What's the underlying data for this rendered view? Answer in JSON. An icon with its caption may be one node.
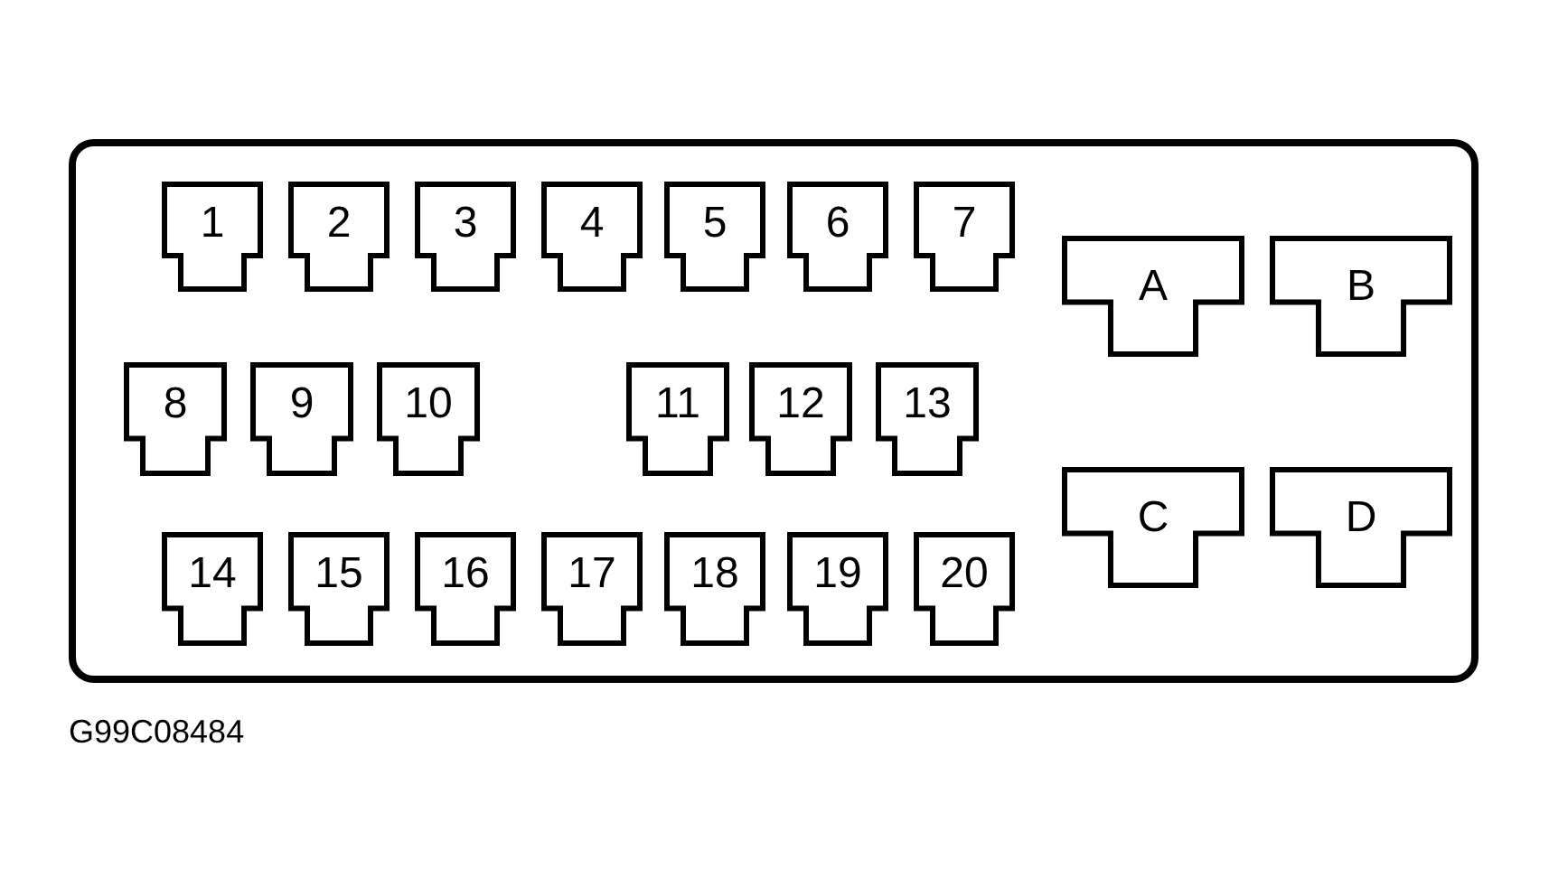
{
  "diagram": {
    "nodes": [
      {
        "text": [],
        "shape": "box"
      },
      {
        "text": [
          "1"
        ],
        "in": 0
      },
      {
        "text": [
          "2"
        ],
        "in": 0
      },
      {
        "text": [
          "3"
        ],
        "in": 0
      },
      {
        "text": [
          "4"
        ],
        "in": 0
      },
      {
        "text": [
          "5"
        ],
        "in": 0
      },
      {
        "text": [
          "6"
        ],
        "in": 0
      },
      {
        "text": [
          "7"
        ],
        "in": 0
      },
      {
        "text": [
          "A"
        ],
        "in": 0
      },
      {
        "text": [
          "B"
        ],
        "in": 0
      },
      {
        "text": [
          "8"
        ],
        "in": 0
      },
      {
        "text": [
          "9"
        ],
        "in": 0
      },
      {
        "text": [
          "10"
        ],
        "in": 0
      },
      {
        "text": [
          "11"
        ],
        "in": 0
      },
      {
        "text": [
          "12"
        ],
        "in": 0
      },
      {
        "text": [
          "13"
        ],
        "in": 0
      },
      {
        "text": [
          "C"
        ],
        "in": 0
      },
      {
        "text": [
          "D"
        ],
        "in": 0
      },
      {
        "text": [
          "14"
        ],
        "in": 0
      },
      {
        "text": [
          "15"
        ],
        "in": 0
      },
      {
        "text": [
          "16"
        ],
        "in": 0
      },
      {
        "text": [
          "17"
        ],
        "in": 0
      },
      {
        "text": [
          "18"
        ],
        "in": 0
      },
      {
        "text": [
          "19"
        ],
        "in": 0
      },
      {
        "text": [
          "20"
        ],
        "in": 0
      }
    ],
    "labels": [
      "G99C08484"
    ]
  }
}
